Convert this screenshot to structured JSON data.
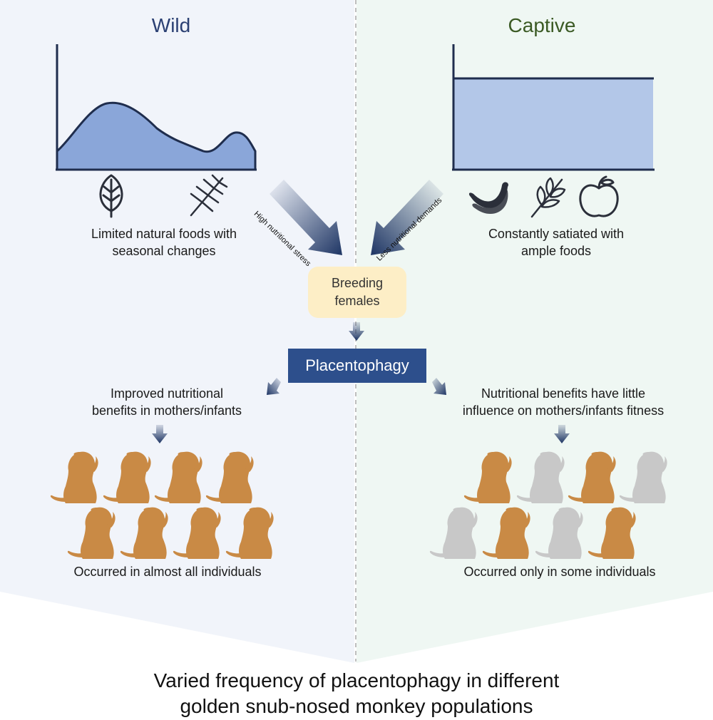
{
  "wild": {
    "title": "Wild",
    "caption": [
      "Limited natural foods with",
      "seasonal changes"
    ],
    "icons": [
      "leaf-icon",
      "pine-branch-icon"
    ],
    "arrow_label": "High nutritional stress",
    "outcome": [
      "Improved nutritional",
      "benefits in mothers/infants"
    ],
    "result": "Occurred in almost all individuals",
    "monkeys_active": [
      true,
      true,
      true,
      true,
      true,
      true,
      true,
      true
    ]
  },
  "captive": {
    "title": "Captive",
    "caption": [
      "Constantly satiated with",
      "ample foods"
    ],
    "icons": [
      "banana-icon",
      "leafy-branch-icon",
      "apple-icon"
    ],
    "arrow_label": "Less nutritional demands",
    "outcome": [
      "Nutritional benefits have little",
      "influence on mothers/infants fitness"
    ],
    "result": "Occurred only in some individuals",
    "monkeys_active": [
      true,
      false,
      true,
      false,
      false,
      true,
      false,
      true
    ]
  },
  "center": {
    "breeding": [
      "Breeding",
      "females"
    ],
    "placentophagy": "Placentophagy"
  },
  "footer": [
    "Varied frequency of placentophagy in different",
    "golden snub-nosed monkey populations"
  ],
  "colors": {
    "wild_bg": "#f1f4fa",
    "captive_bg": "#eff7f3",
    "wild_title": "#2b4073",
    "captive_title": "#3b5a24",
    "wild_fill": "#8aa6d9",
    "captive_fill": "#b3c7e8",
    "monkey_active": "#c98a45",
    "monkey_inactive": "#c8c8c8",
    "arrow_dark": "#1e3564",
    "box_dark": "#2d4f8c",
    "breeding_bg": "#fdeec6"
  }
}
